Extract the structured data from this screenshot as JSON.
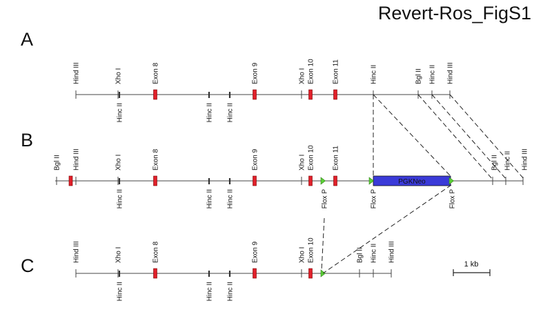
{
  "title": "Revert-Ros_FigS1",
  "panels": [
    {
      "letter": "A",
      "labels_above": [
        "Hind III",
        "Xho I",
        "Exon 8",
        "Exon 9",
        "Xho I",
        "Exon 10",
        "Exon 11",
        "Hinc II",
        "Bgl II",
        "Hinc II",
        "Hind III"
      ],
      "labels_below": [
        "Hinc II",
        "Hinc II",
        "Hinc II"
      ]
    },
    {
      "letter": "B",
      "labels_above": [
        "Bgl II",
        "Hind III",
        "Xho I",
        "Exon 8",
        "Exon 9",
        "Xho I",
        "Exon 10",
        "Exon 11",
        "Bgl II",
        "Hinc II",
        "Hind III"
      ],
      "labels_below": [
        "Hinc II",
        "Hinc II",
        "Hinc II",
        "Flox P",
        "Flox P",
        "Flox P"
      ],
      "cassette_label": "PGKNeo"
    },
    {
      "letter": "C",
      "labels_above": [
        "Hind III",
        "Xho I",
        "Exon 8",
        "Exon 9",
        "Xho I",
        "Exon 10",
        "Bgl II",
        "Hinc II",
        "Hind III"
      ],
      "labels_below": [
        "Hinc II",
        "Hinc II",
        "Hinc II"
      ]
    }
  ],
  "scale_bar": {
    "label": "1 kb"
  },
  "colors": {
    "exon": "#e0202a",
    "cassette": "#3a3ad8",
    "loxp": "#5bd136",
    "line": "#555555"
  }
}
